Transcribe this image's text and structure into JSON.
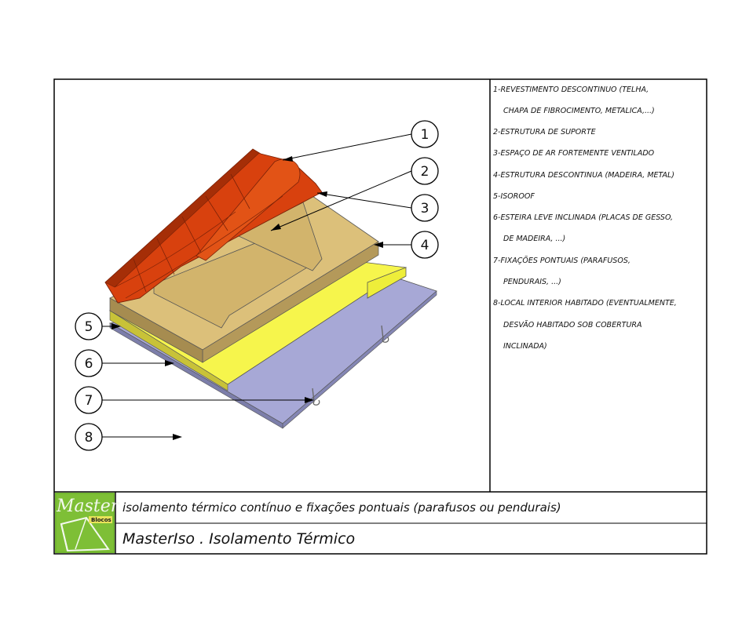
{
  "legend": [
    "1-REVESTIMENTO DESCONTINUO (TELHA,",
    "CHAPA DE FIBROCIMENTO, METALICA,...)",
    "2-ESTRUTURA DE SUPORTE",
    "3-ESPAÇO DE AR FORTEMENTE VENTILADO",
    "4-ESTRUTURA DESCONTINUA (MADEIRA, METAL)",
    "5-ISOROOF",
    "6-ESTEIRA LEVE INCLINADA (PLACAS DE GESSO,",
    "DE MADEIRA, ...)",
    "7-FIXAÇÕES PONTUAIS (PARAFUSOS,",
    "PENDURAIS, ...)",
    "8-LOCAL INTERIOR HABITADO (EVENTUALMENTE,",
    "DESVÃO HABITADO SOB COBERTURA",
    "INCLINADA)"
  ],
  "callouts": [
    "1",
    "2",
    "3",
    "4",
    "5",
    "6",
    "7",
    "8"
  ],
  "title_block": {
    "subtitle": "isolamento térmico contínuo e fixações pontuais (parafusos ou pendurais)",
    "title": "MasterIso . Isolamento Térmico",
    "logo_text": "Master",
    "logo_sub": "Blocos"
  },
  "colors": {
    "tile": "#d8410e",
    "tile_dark": "#a52e07",
    "wood": "#dcc07a",
    "wood_side": "#b4995a",
    "insulation": "#f6f54c",
    "insulation_side": "#c8c238",
    "ceiling": "#a7a8d6",
    "ceiling_side": "#8486b4",
    "logo_green": "#73b72f"
  }
}
